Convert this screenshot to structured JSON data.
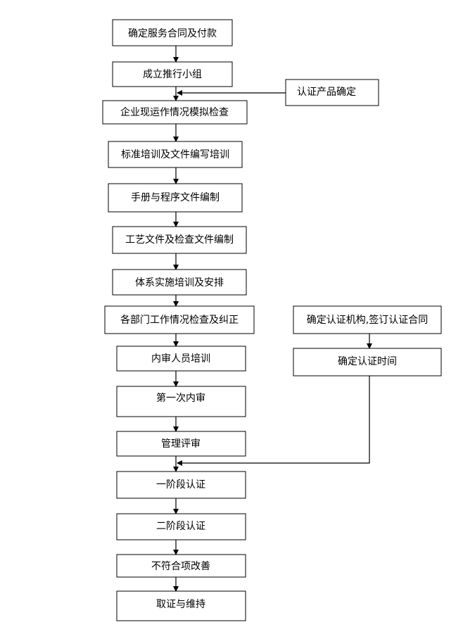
{
  "steps": [
    "确定服务合同及付款",
    "成立推行小组",
    "企业现运作情况模拟检查",
    "标准培训及文件编写培训",
    "手册与程序文件编制",
    "工艺文件及检查文件编制",
    "体系实施培训及安排",
    "各部门工作情况检查及纠正",
    "内审人员培训",
    "第一次内审",
    "管理评审",
    "一阶段认证",
    "二阶段认证",
    "不符合项改善",
    "取证与维持"
  ],
  "side": {
    "product": "认证产品确定",
    "body": "确定认证机构,签订认证合同",
    "time": "确定认证时间"
  },
  "colors": {
    "line": "#000000",
    "box_fill": "#ffffff"
  }
}
